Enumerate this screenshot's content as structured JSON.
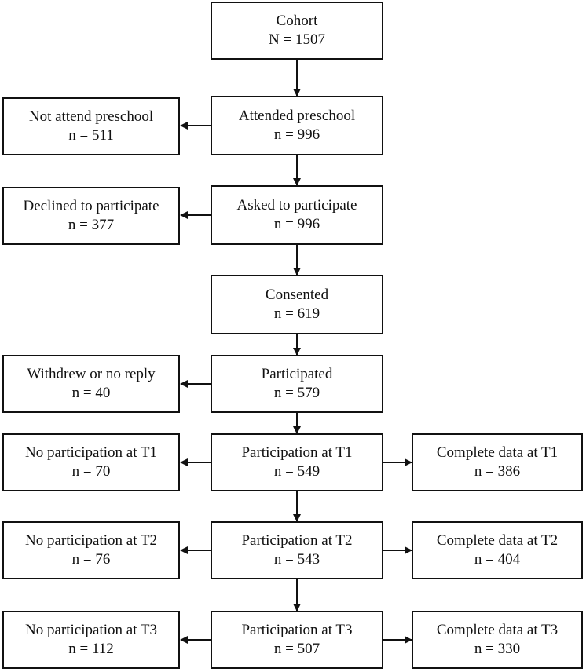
{
  "boxes": {
    "cohort": {
      "label": "Cohort",
      "count": "N = 1507"
    },
    "attended": {
      "label": "Attended preschool",
      "count": "n = 996"
    },
    "not_attend": {
      "label": "Not attend preschool",
      "count": "n = 511"
    },
    "asked": {
      "label": "Asked to participate",
      "count": "n = 996"
    },
    "declined": {
      "label": "Declined to participate",
      "count": "n = 377"
    },
    "consented": {
      "label": "Consented",
      "count": "n = 619"
    },
    "participated": {
      "label": "Participated",
      "count": "n = 579"
    },
    "withdrew": {
      "label": "Withdrew or no reply",
      "count": "n = 40"
    },
    "part_t1": {
      "label": "Participation at T1",
      "count": "n = 549"
    },
    "no_part_t1": {
      "label": "No participation at T1",
      "count": "n = 70"
    },
    "complete_t1": {
      "label": "Complete data at T1",
      "count": "n = 386"
    },
    "part_t2": {
      "label": "Participation at T2",
      "count": "n = 543"
    },
    "no_part_t2": {
      "label": "No participation at T2",
      "count": "n = 76"
    },
    "complete_t2": {
      "label": "Complete data at T2",
      "count": "n = 404"
    },
    "part_t3": {
      "label": "Participation at T3",
      "count": "n = 507"
    },
    "no_part_t3": {
      "label": "No participation at T3",
      "count": "n = 112"
    },
    "complete_t3": {
      "label": "Complete data at T3",
      "count": "n = 330"
    }
  },
  "colors": {
    "stroke": "#111111",
    "fill": "#ffffff"
  }
}
